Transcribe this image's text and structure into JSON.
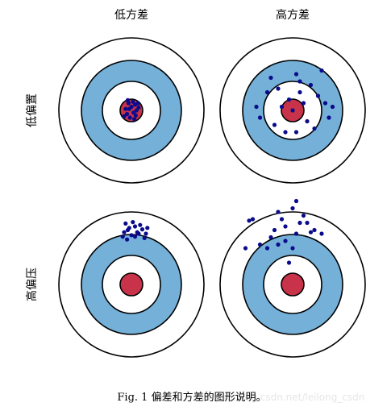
{
  "column_labels": [
    "低方差",
    "高方差"
  ],
  "row_labels": [
    "低偏置",
    "高偏压"
  ],
  "caption": "Fig. 1 偏差和方差的图形说明。",
  "watermark": "https://blog.csdn.net/leilong_csdn",
  "colors": {
    "ring_outer": "#ffffff",
    "ring_middle": "#74b0d8",
    "ring_inner": "#ffffff",
    "bullseye": "#c8334a",
    "stroke": "#000000",
    "points": "#0a0a8c"
  },
  "panels": [
    {
      "name": "low-bias-low-variance",
      "points": [
        [
          0.0,
          0.05
        ],
        [
          -0.04,
          0.1
        ],
        [
          0.03,
          -0.03
        ],
        [
          -0.06,
          -0.05
        ],
        [
          0.05,
          0.08
        ],
        [
          -0.02,
          -0.1
        ],
        [
          0.07,
          0.0
        ],
        [
          -0.08,
          0.02
        ],
        [
          0.02,
          0.12
        ],
        [
          -0.05,
          0.14
        ],
        [
          0.09,
          0.1
        ],
        [
          -0.1,
          -0.08
        ],
        [
          0.04,
          -0.12
        ],
        [
          -0.03,
          0.02
        ],
        [
          0.06,
          -0.07
        ],
        [
          0.1,
          0.04
        ]
      ]
    },
    {
      "name": "low-bias-high-variance",
      "points": [
        [
          -0.3,
          0.45
        ],
        [
          0.05,
          0.5
        ],
        [
          0.4,
          0.55
        ],
        [
          0.45,
          0.1
        ],
        [
          -0.45,
          -0.1
        ],
        [
          0.1,
          0.25
        ],
        [
          -0.2,
          0.3
        ],
        [
          0.2,
          -0.15
        ],
        [
          -0.1,
          -0.3
        ],
        [
          0.3,
          -0.25
        ],
        [
          0.55,
          0.05
        ],
        [
          -0.5,
          0.05
        ],
        [
          0.0,
          0.0
        ],
        [
          0.15,
          0.1
        ],
        [
          -0.05,
          0.15
        ],
        [
          0.25,
          0.35
        ],
        [
          -0.25,
          -0.2
        ],
        [
          0.05,
          -0.3
        ],
        [
          -0.35,
          0.25
        ],
        [
          0.35,
          0.2
        ],
        [
          0.1,
          0.4
        ],
        [
          -0.15,
          0.05
        ],
        [
          0.5,
          -0.1
        ]
      ]
    },
    {
      "name": "high-bias-low-variance",
      "points": [
        [
          -0.05,
          0.75
        ],
        [
          0.05,
          0.8
        ],
        [
          0.1,
          0.7
        ],
        [
          -0.1,
          0.72
        ],
        [
          0.0,
          0.68
        ],
        [
          0.15,
          0.76
        ],
        [
          -0.08,
          0.84
        ],
        [
          0.05,
          0.66
        ],
        [
          0.2,
          0.7
        ],
        [
          -0.03,
          0.78
        ],
        [
          0.12,
          0.82
        ],
        [
          0.08,
          0.72
        ],
        [
          -0.12,
          0.66
        ],
        [
          0.18,
          0.64
        ],
        [
          0.02,
          0.86
        ],
        [
          -0.06,
          0.62
        ],
        [
          0.22,
          0.78
        ]
      ]
    },
    {
      "name": "high-bias-high-variance",
      "points": [
        [
          -0.6,
          0.88
        ],
        [
          -0.55,
          0.9
        ],
        [
          -0.2,
          1.0
        ],
        [
          0.05,
          1.15
        ],
        [
          0.0,
          1.05
        ],
        [
          0.1,
          0.85
        ],
        [
          -0.1,
          0.8
        ],
        [
          0.25,
          0.72
        ],
        [
          0.2,
          0.85
        ],
        [
          -0.3,
          0.65
        ],
        [
          -0.45,
          0.55
        ],
        [
          -0.1,
          0.6
        ],
        [
          0.0,
          0.5
        ],
        [
          0.3,
          0.75
        ],
        [
          -0.25,
          0.75
        ],
        [
          0.05,
          0.7
        ],
        [
          -0.15,
          0.9
        ],
        [
          0.15,
          0.95
        ],
        [
          -0.05,
          0.3
        ],
        [
          -0.35,
          0.5
        ],
        [
          0.4,
          0.7
        ],
        [
          -0.65,
          0.5
        ],
        [
          -0.2,
          0.55
        ]
      ]
    }
  ]
}
